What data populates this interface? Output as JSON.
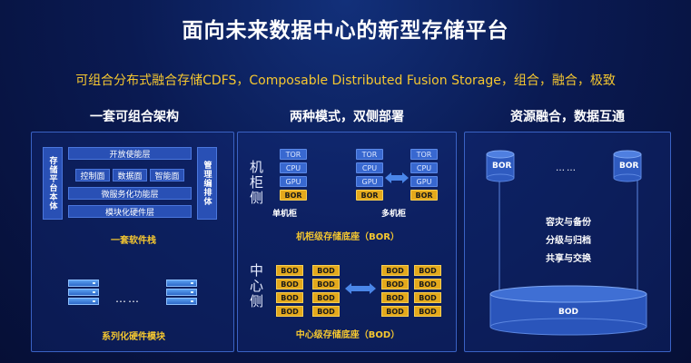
{
  "title": "面向未来数据中心的新型存储平台",
  "subtitle": "可组合分布式融合存储CDFS，Composable Distributed Fusion Storage，组合，融合，极致",
  "left": {
    "heading": "一套可组合架构",
    "side_left": "存储平台本体",
    "side_right": "管理编排体",
    "layer_top": "开放使能层",
    "planes": [
      "控制面",
      "数据面",
      "智能面"
    ],
    "layer_service": "微服务化功能层",
    "layer_hw": "模块化硬件层",
    "stack_label": "一套软件栈",
    "dots": "……",
    "hw_label": "系列化硬件模块"
  },
  "middle": {
    "heading": "两种模式，双侧部署",
    "cabinet_side": "机柜侧",
    "single_stack": [
      "TOR",
      "CPU",
      "GPU",
      "BOR"
    ],
    "single_label": "单机柜",
    "multi_stack_a": [
      "TOR",
      "CPU",
      "GPU",
      "BOR"
    ],
    "multi_stack_b": [
      "TOR",
      "CPU",
      "GPU",
      "BOR"
    ],
    "multi_label": "多机柜",
    "cabinet_base": "机柜级存储底座（BOR）",
    "center_side": "中心侧",
    "bod": "BOD",
    "center_base": "中心级存储底座（BOD）"
  },
  "right": {
    "heading": "资源融合，数据互通",
    "bor_a": "BOR",
    "bor_b": "BOR",
    "dots": "……",
    "features": [
      "容灾与备份",
      "分级与归档",
      "共享与交换"
    ],
    "bod": "BOD"
  },
  "colors": {
    "accent": "#f5c730",
    "panel_border": "#3a62c4",
    "chip_blue": "#3868d0",
    "chip_gold": "#e4a91c"
  }
}
